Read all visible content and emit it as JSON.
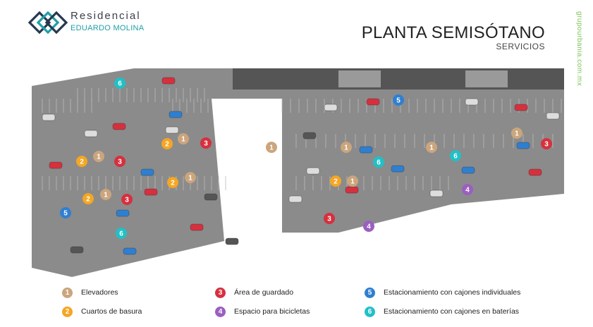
{
  "brand": {
    "line1": "Residencial",
    "line2": "EDUARDO MOLINA",
    "url": "grupourbania.com.mx"
  },
  "header": {
    "title": "PLANTA SEMISÓTANO",
    "subtitle": "SERVICIOS"
  },
  "colors": {
    "marker_1": "#cba57d",
    "marker_2": "#f5a623",
    "marker_3": "#d6303e",
    "marker_4": "#9b5fc0",
    "marker_5": "#2f7fd1",
    "marker_6": "#21c0c6",
    "floor": "#8a8a8a",
    "floor_dark": "#555555"
  },
  "legend": [
    {
      "num": "1",
      "label": "Elevadores"
    },
    {
      "num": "2",
      "label": "Cuartos de basura"
    },
    {
      "num": "3",
      "label": "Área de guardado"
    },
    {
      "num": "4",
      "label": "Espacio para bicicletas"
    },
    {
      "num": "5",
      "label": "Estacionamiento con cajones individuales"
    },
    {
      "num": "6",
      "label": "Estacionamiento con cajones en baterías"
    }
  ]
}
